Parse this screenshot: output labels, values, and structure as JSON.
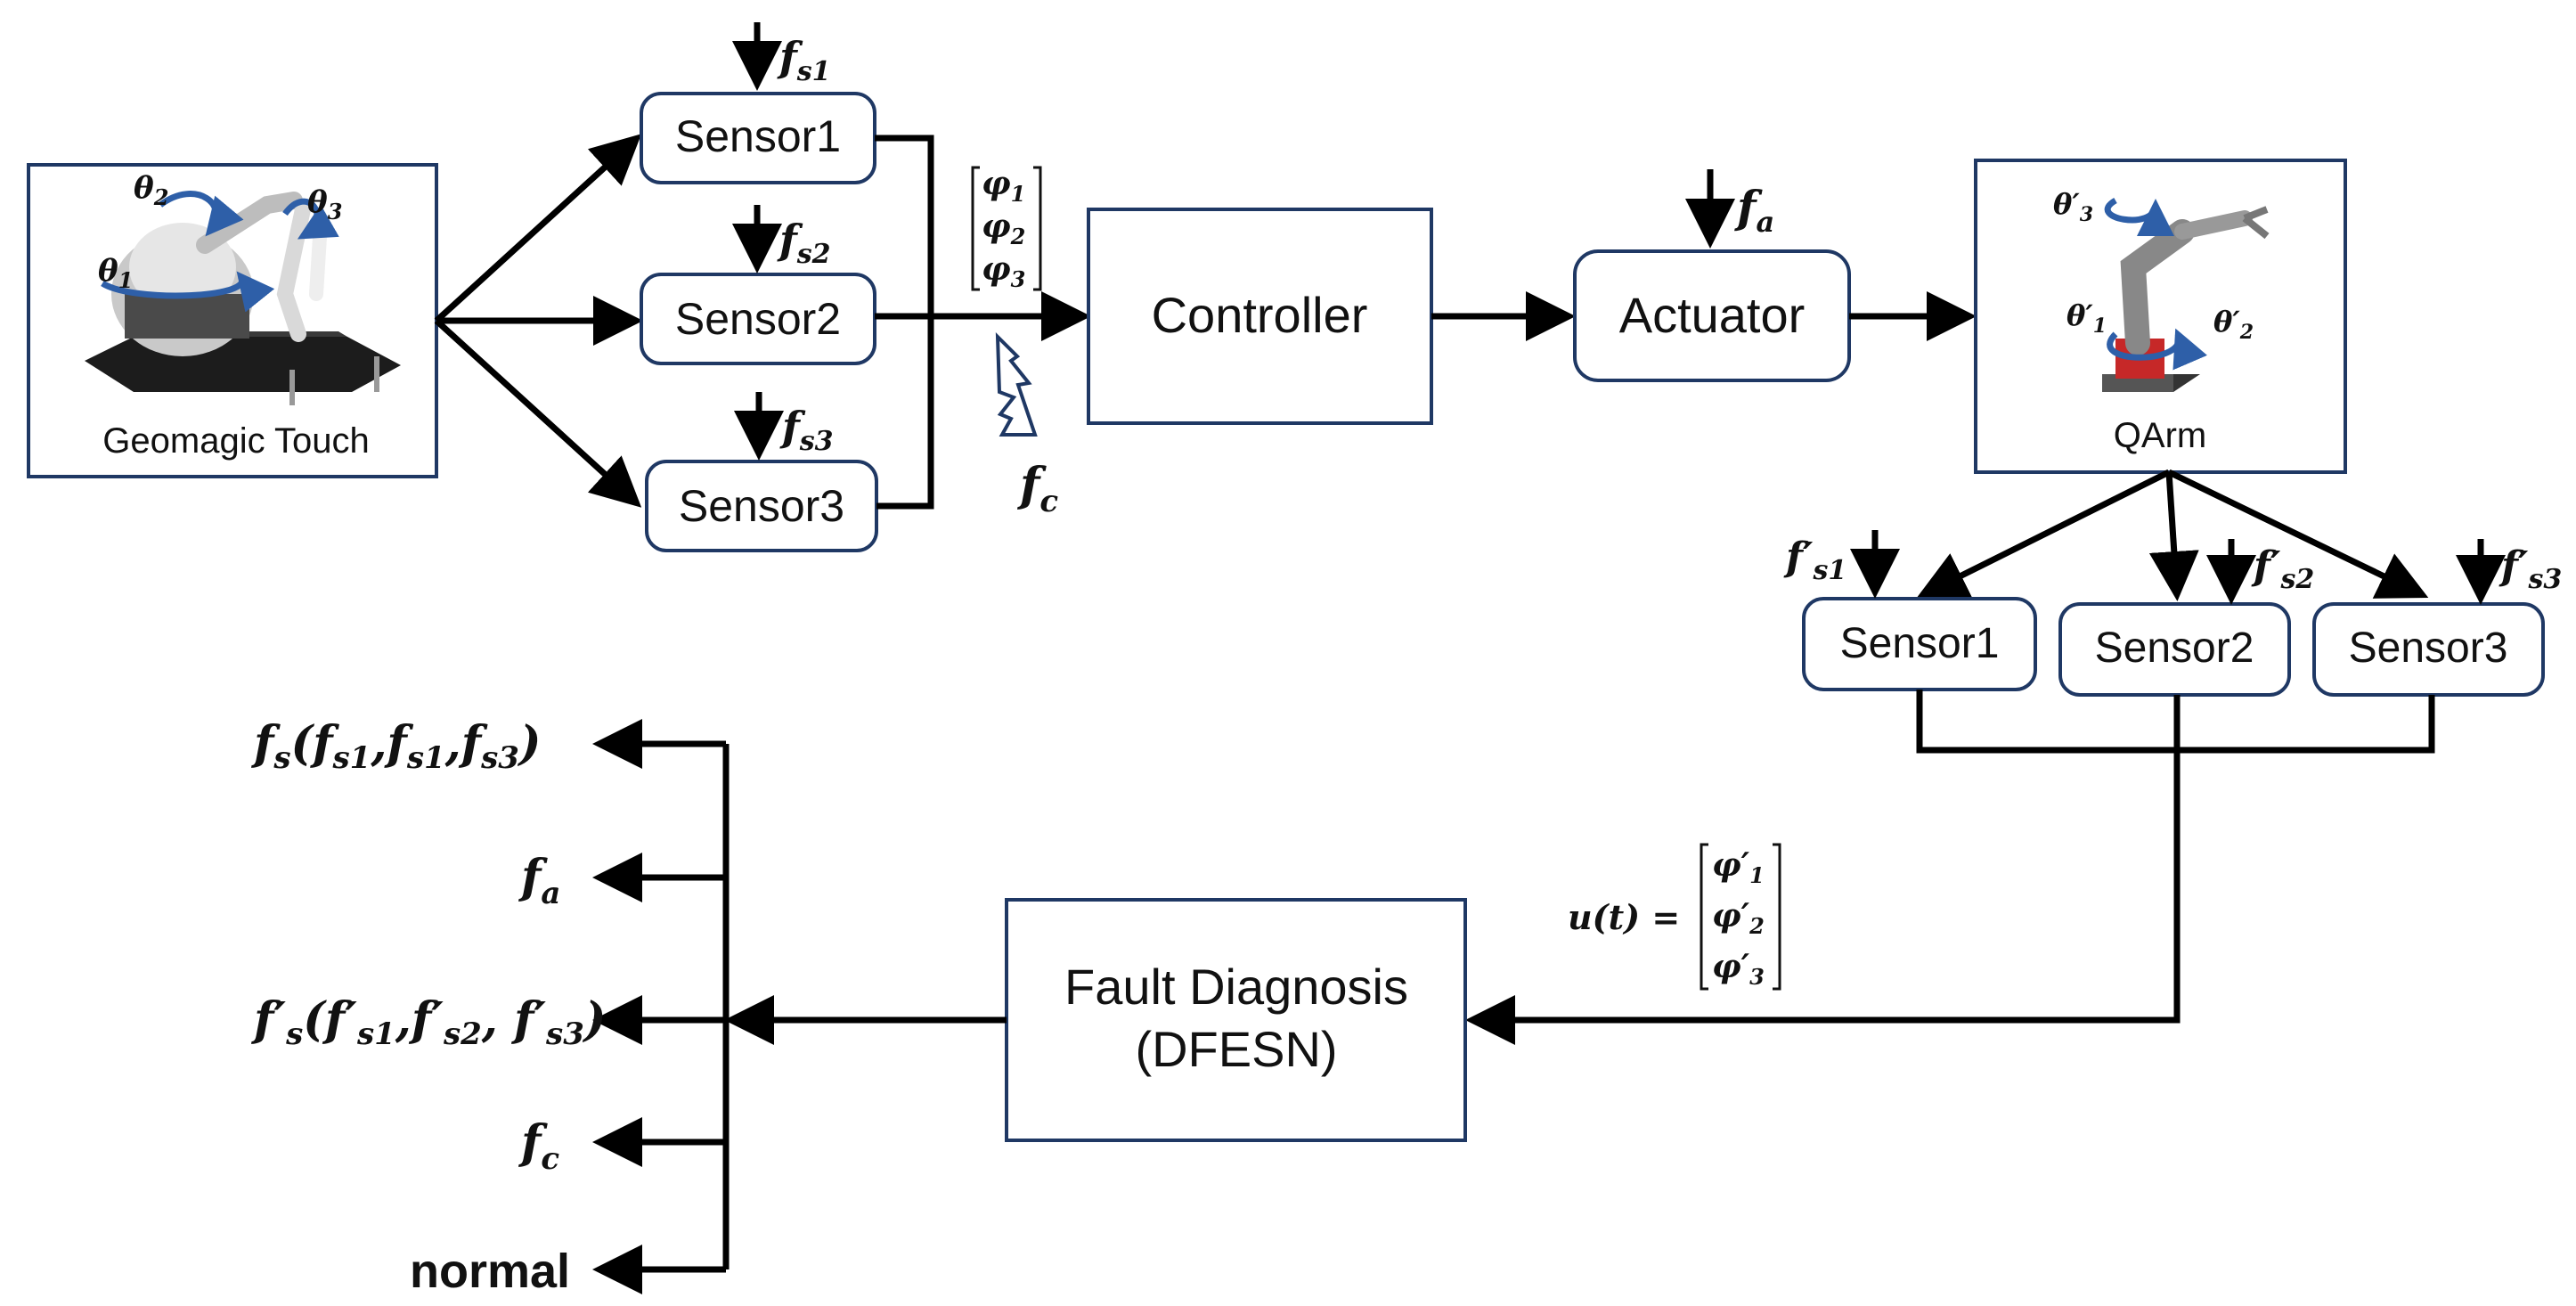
{
  "input_device": {
    "label": "Geomagic Touch",
    "joints": [
      "θ",
      "θ",
      "θ"
    ],
    "joint_subs": [
      "1",
      "2",
      "3"
    ]
  },
  "upper_sensors": [
    {
      "label": "Sensor1",
      "fault": "f",
      "fault_sub": "s1"
    },
    {
      "label": "Sensor2",
      "fault": "f",
      "fault_sub": "s2"
    },
    {
      "label": "Sensor3",
      "fault": "f",
      "fault_sub": "s3"
    }
  ],
  "phi_vector": {
    "entries": [
      "φ",
      "φ",
      "φ"
    ],
    "subs": [
      "1",
      "2",
      "3"
    ]
  },
  "controller": {
    "label": "Controller",
    "fault": "f",
    "fault_sub": "c"
  },
  "actuator": {
    "label": "Actuator",
    "fault": "f",
    "fault_sub": "a"
  },
  "robot": {
    "label": "QArm",
    "joints": [
      "θ′",
      "θ′",
      "θ′"
    ],
    "joint_subs": [
      "3",
      "1",
      "2"
    ]
  },
  "lower_sensors": [
    {
      "label": "Sensor1",
      "fault": "f′",
      "fault_sub": "s1"
    },
    {
      "label": "Sensor2",
      "fault": "f′",
      "fault_sub": "s2"
    },
    {
      "label": "Sensor3",
      "fault": "f′",
      "fault_sub": "s3"
    }
  ],
  "input_signal": {
    "lhs": "u(t) =",
    "entries": [
      "φ′",
      "φ′",
      "φ′"
    ],
    "subs": [
      "1",
      "2",
      "3"
    ]
  },
  "diagnosis": {
    "line1": "Fault Diagnosis",
    "line2": "(DFESN)"
  },
  "outputs": {
    "sensor_fault": {
      "main": "f",
      "sub": "s",
      "args": "(f",
      "a1": "s1",
      "sep1": ",f",
      "a2": "s1",
      "sep2": ",f",
      "a3": "s3",
      "close": ")"
    },
    "actuator_fault": {
      "main": "f",
      "sub": "a"
    },
    "robot_sensor_fault": {
      "main": "f′",
      "sub": "s",
      "args": "(f′",
      "a1": "s1",
      "sep1": ",f′",
      "a2": "s2",
      "sep2": ", f′",
      "a3": "s3",
      "close": ")"
    },
    "comm_fault": {
      "main": "f",
      "sub": "c"
    },
    "normal": "normal"
  },
  "colors": {
    "box_border": "#1f3864",
    "arc_arrow": "#2e5fa8",
    "wire": "#000000"
  }
}
